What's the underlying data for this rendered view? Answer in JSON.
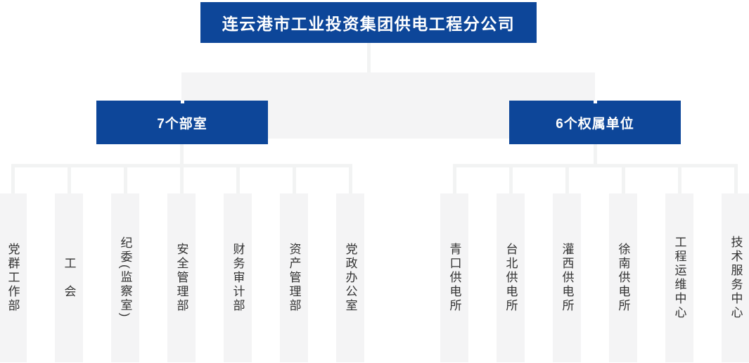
{
  "root": {
    "label": "连云港市工业投资集团供电工程分公司"
  },
  "groups": [
    {
      "label": "7个部室",
      "children": [
        "党群工作部",
        "工　会",
        "纪委(监察室)",
        "安全管理部",
        "财务审计部",
        "资产管理部",
        "党政办公室"
      ]
    },
    {
      "label": "6个权属单位",
      "children": [
        "青口供电所",
        "台北供电所",
        "灌西供电所",
        "徐南供电所",
        "工程运维中心",
        "技术服务中心"
      ]
    }
  ],
  "colors": {
    "primary_blue": "#0d4699",
    "panel_gray": "#f4f4f5",
    "connector_gray": "#f2f3f3",
    "leaf_text": "#333333",
    "node_text": "#ffffff",
    "background": "#ffffff"
  }
}
